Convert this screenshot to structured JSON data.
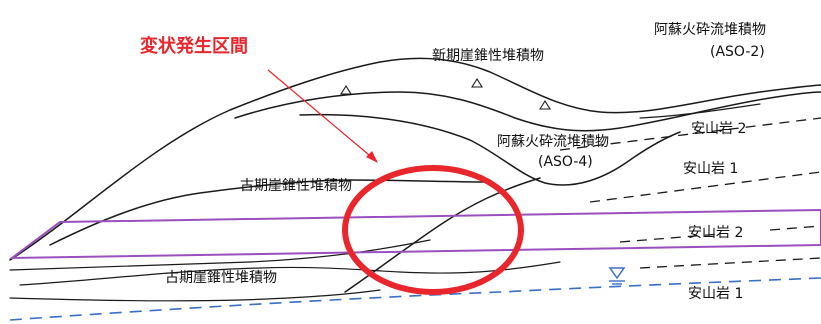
{
  "title": {
    "text": "変状発生区間",
    "color": "#e8262c"
  },
  "labels": {
    "new_talus": "新期崖錐性堆積物",
    "aso2_line1": "阿蘇火砕流堆積物",
    "aso2_line2": "(ASO-2)",
    "aso4_line1": "阿蘇火砕流堆積物",
    "aso4_line2": "(ASO-4)",
    "old_talus_upper": "古期崖錐性堆積物",
    "old_talus_lower": "古期崖錐性堆積物",
    "andesite2_upper": "安山岩 2",
    "andesite1_upper": "安山岩 1",
    "andesite2_lower": "安山岩 2",
    "andesite1_lower": "安山岩 1"
  },
  "colors": {
    "band": "#9b4fbf",
    "circle": "#e8262c",
    "arrow": "#e8262c",
    "water_table": "#3a6ec8",
    "line": "#1a1a1a"
  },
  "symbols": [
    "water-table-symbol",
    "gravel-triangle-symbol"
  ]
}
